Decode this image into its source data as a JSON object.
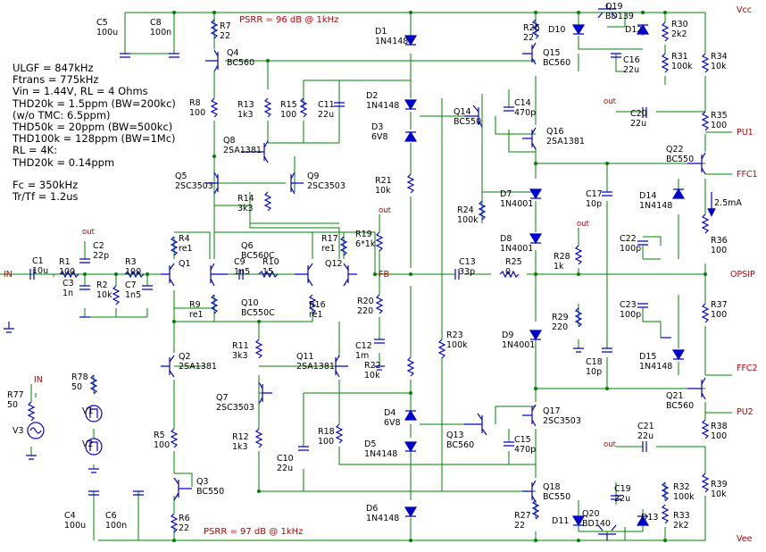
{
  "nets": {
    "vcc": "Vcc",
    "vee": "Vee",
    "in": "IN",
    "out": "out",
    "fb": "FB",
    "opsip": "OPSIP",
    "pu1": "PU1",
    "pu2": "PU2",
    "ffc1": "FFC1",
    "ffc2": "FFC2"
  },
  "psrr_top": "PSRR = 96 dB @ 1kHz",
  "psrr_bottom": "PSRR = 97 dB @ 1kHz",
  "current_label": "2.5mA",
  "specs": [
    "ULGF = 847kHz",
    "Ftrans = 775kHz",
    "Vin = 1.44V, RL = 4 Ohms",
    "THD20k = 1.5ppm (BW=200kc)",
    "(w/o TMC: 6.5ppm)",
    "THD50k = 20ppm (BW=500kc)",
    "THD100k = 128ppm (BW=1Mc)",
    "RL = 4K:",
    "THD20k = 0.14ppm"
  ],
  "specs2": [
    "Fc = 350kHz",
    "Tr/Tf = 1.2us"
  ],
  "parts": [
    {
      "ref": "C5",
      "val": "100u"
    },
    {
      "ref": "C8",
      "val": "100n"
    },
    {
      "ref": "R7",
      "val": "22"
    },
    {
      "ref": "Q4",
      "val": "BC560"
    },
    {
      "ref": "R8",
      "val": "100"
    },
    {
      "ref": "R13",
      "val": "1k3"
    },
    {
      "ref": "R15",
      "val": "100"
    },
    {
      "ref": "C11",
      "val": "22u"
    },
    {
      "ref": "Q8",
      "val": "2SA1381"
    },
    {
      "ref": "Q5",
      "val": "2SC3503"
    },
    {
      "ref": "Q9",
      "val": "2SC3503"
    },
    {
      "ref": "R14",
      "val": "3k3"
    },
    {
      "ref": "D1",
      "val": "1N4148"
    },
    {
      "ref": "D2",
      "val": "1N4148"
    },
    {
      "ref": "D3",
      "val": "6V8"
    },
    {
      "ref": "R21",
      "val": "10k"
    },
    {
      "ref": "R26",
      "val": "22"
    },
    {
      "ref": "D10",
      "val": ""
    },
    {
      "ref": "Q19",
      "val": "BD139"
    },
    {
      "ref": "D12",
      "val": ""
    },
    {
      "ref": "R30",
      "val": "2k2"
    },
    {
      "ref": "R31",
      "val": "100k"
    },
    {
      "ref": "C16",
      "val": "22u"
    },
    {
      "ref": "Q15",
      "val": "BC560"
    },
    {
      "ref": "R34",
      "val": "10k"
    },
    {
      "ref": "C14",
      "val": "470p"
    },
    {
      "ref": "Q14",
      "val": "BC550"
    },
    {
      "ref": "Q16",
      "val": "2SA1381"
    },
    {
      "ref": "C20",
      "val": "22u"
    },
    {
      "ref": "R35",
      "val": "100"
    },
    {
      "ref": "Q22",
      "val": "BC550"
    },
    {
      "ref": "C1",
      "val": "10u"
    },
    {
      "ref": "R1",
      "val": "100"
    },
    {
      "ref": "C2",
      "val": "22p"
    },
    {
      "ref": "C3",
      "val": "1n"
    },
    {
      "ref": "R3",
      "val": "100"
    },
    {
      "ref": "R2",
      "val": "10k"
    },
    {
      "ref": "C7",
      "val": "1n5"
    },
    {
      "ref": "R4",
      "val": "re1"
    },
    {
      "ref": "Q1",
      "val": ""
    },
    {
      "ref": "Q6",
      "val": "BC560C"
    },
    {
      "ref": "C9",
      "val": "1n5"
    },
    {
      "ref": "R10",
      "val": "15"
    },
    {
      "ref": "Q10",
      "val": "BC550C"
    },
    {
      "ref": "Q12",
      "val": ""
    },
    {
      "ref": "R17",
      "val": "re1"
    },
    {
      "ref": "R9",
      "val": "re1"
    },
    {
      "ref": "R16",
      "val": "re1"
    },
    {
      "ref": "R19",
      "val": "6*1k"
    },
    {
      "ref": "R20",
      "val": "220"
    },
    {
      "ref": "C12",
      "val": "1m"
    },
    {
      "ref": "C13",
      "val": "33p"
    },
    {
      "ref": "R25",
      "val": "0"
    },
    {
      "ref": "D7",
      "val": "1N4001"
    },
    {
      "ref": "D8",
      "val": "1N4001"
    },
    {
      "ref": "D9",
      "val": "1N4001"
    },
    {
      "ref": "R24",
      "val": "100k"
    },
    {
      "ref": "R23",
      "val": "100k"
    },
    {
      "ref": "C17",
      "val": "10p"
    },
    {
      "ref": "D14",
      "val": "1N4148"
    },
    {
      "ref": "R28",
      "val": "1k"
    },
    {
      "ref": "C22",
      "val": "100p"
    },
    {
      "ref": "R36",
      "val": "100"
    },
    {
      "ref": "R29",
      "val": "220"
    },
    {
      "ref": "C23",
      "val": "100p"
    },
    {
      "ref": "R37",
      "val": "100"
    },
    {
      "ref": "C18",
      "val": "10p"
    },
    {
      "ref": "D15",
      "val": "1N4148"
    },
    {
      "ref": "Q21",
      "val": "BC560"
    },
    {
      "ref": "R11",
      "val": "3k3"
    },
    {
      "ref": "Q2",
      "val": "2SA1381"
    },
    {
      "ref": "Q11",
      "val": "2SA1381"
    },
    {
      "ref": "Q7",
      "val": "2SC3503"
    },
    {
      "ref": "R22",
      "val": "10k"
    },
    {
      "ref": "D4",
      "val": "6V8"
    },
    {
      "ref": "D5",
      "val": "1N4148"
    },
    {
      "ref": "Q13",
      "val": "BC560"
    },
    {
      "ref": "Q17",
      "val": "2SC3503"
    },
    {
      "ref": "C15",
      "val": "470p"
    },
    {
      "ref": "R5",
      "val": "100"
    },
    {
      "ref": "R12",
      "val": "1k3"
    },
    {
      "ref": "R18",
      "val": "100"
    },
    {
      "ref": "C10",
      "val": "22u"
    },
    {
      "ref": "C21",
      "val": "22u"
    },
    {
      "ref": "R38",
      "val": "100"
    },
    {
      "ref": "Q3",
      "val": "BC550"
    },
    {
      "ref": "Q18",
      "val": "BC550"
    },
    {
      "ref": "C19",
      "val": "22u"
    },
    {
      "ref": "R32",
      "val": "100k"
    },
    {
      "ref": "R39",
      "val": "10k"
    },
    {
      "ref": "D6",
      "val": "1N4148"
    },
    {
      "ref": "C4",
      "val": "100u"
    },
    {
      "ref": "C6",
      "val": "100n"
    },
    {
      "ref": "R6",
      "val": "22"
    },
    {
      "ref": "R27",
      "val": "22"
    },
    {
      "ref": "D11",
      "val": ""
    },
    {
      "ref": "Q20",
      "val": "BD140"
    },
    {
      "ref": "D13",
      "val": ""
    },
    {
      "ref": "R33",
      "val": "2k2"
    },
    {
      "ref": "R78",
      "val": "50"
    },
    {
      "ref": "R77",
      "val": "50"
    },
    {
      "ref": "V1",
      "val": ""
    },
    {
      "ref": "V2",
      "val": ""
    },
    {
      "ref": "V3",
      "val": ""
    }
  ]
}
